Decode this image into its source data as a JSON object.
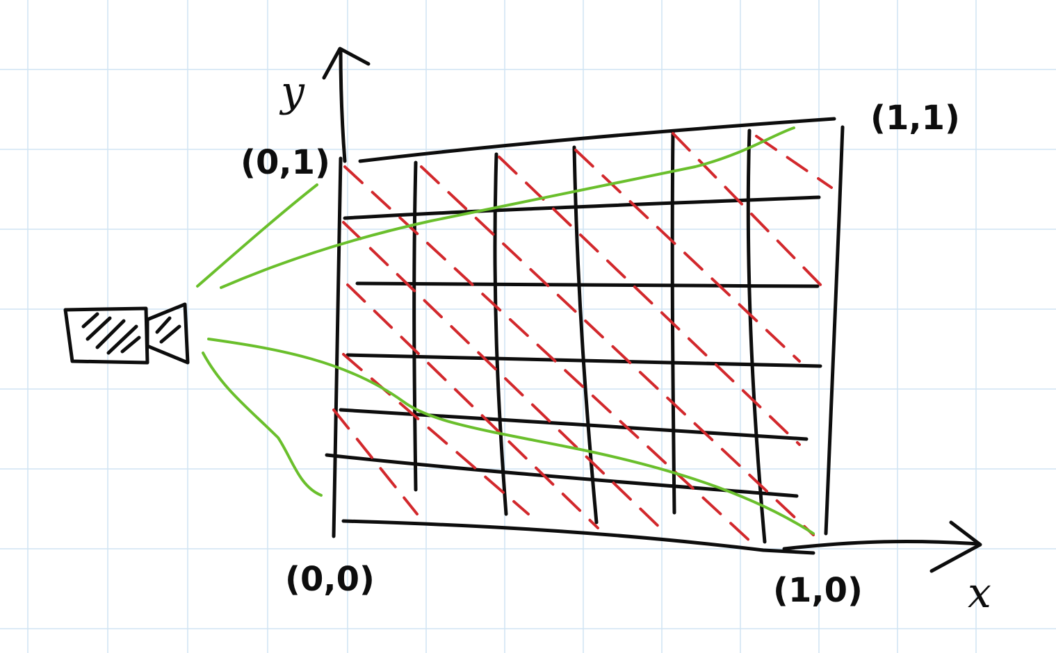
{
  "labels": {
    "y_axis": "y",
    "x_axis": "x",
    "corner_top_left": "(0,1)",
    "corner_top_right": "(1,1)",
    "corner_bottom_left": "(0,0)",
    "corner_bottom_right": "(1,0)"
  },
  "colors": {
    "ink": "#0d0d0d",
    "dashes": "#d2282c",
    "view_rays": "#6abf2c",
    "paper_grid": "#cfe4f3"
  }
}
